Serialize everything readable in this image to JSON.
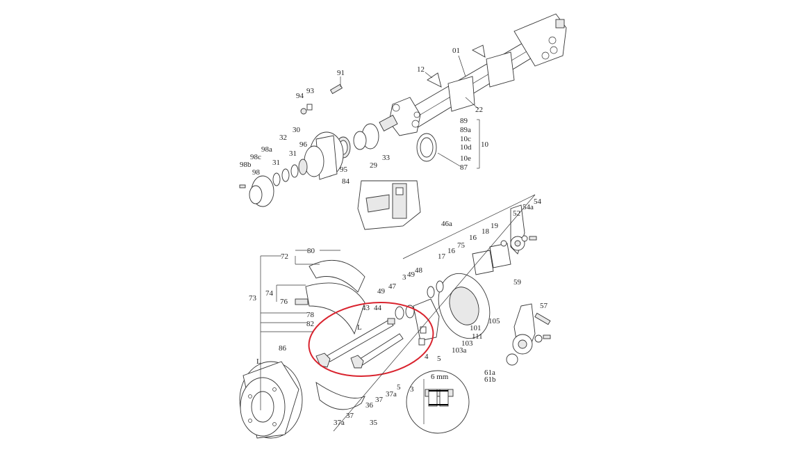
{
  "diagram": {
    "highlight_color": "#d9232e",
    "labels": [
      "01",
      "12",
      "22",
      "91",
      "93",
      "94",
      "89",
      "89a",
      "10c",
      "10d",
      "10",
      "10e",
      "87",
      "30",
      "32",
      "98a",
      "98c",
      "31",
      "31",
      "96",
      "98b",
      "98",
      "95",
      "29",
      "33",
      "84",
      "54",
      "54a",
      "52",
      "46a",
      "19",
      "18",
      "16",
      "75",
      "16",
      "17",
      "49",
      "48",
      "3",
      "49",
      "47",
      "80",
      "72",
      "74",
      "76",
      "73",
      "78",
      "82",
      "43",
      "44",
      "L",
      "59",
      "57",
      "105",
      "101",
      "111",
      "103",
      "103a",
      "4",
      "5",
      "86",
      "L",
      "5",
      "37a",
      "37",
      "36",
      "37",
      "37a",
      "35",
      "61a",
      "61b",
      "6 mm",
      "3"
    ]
  }
}
